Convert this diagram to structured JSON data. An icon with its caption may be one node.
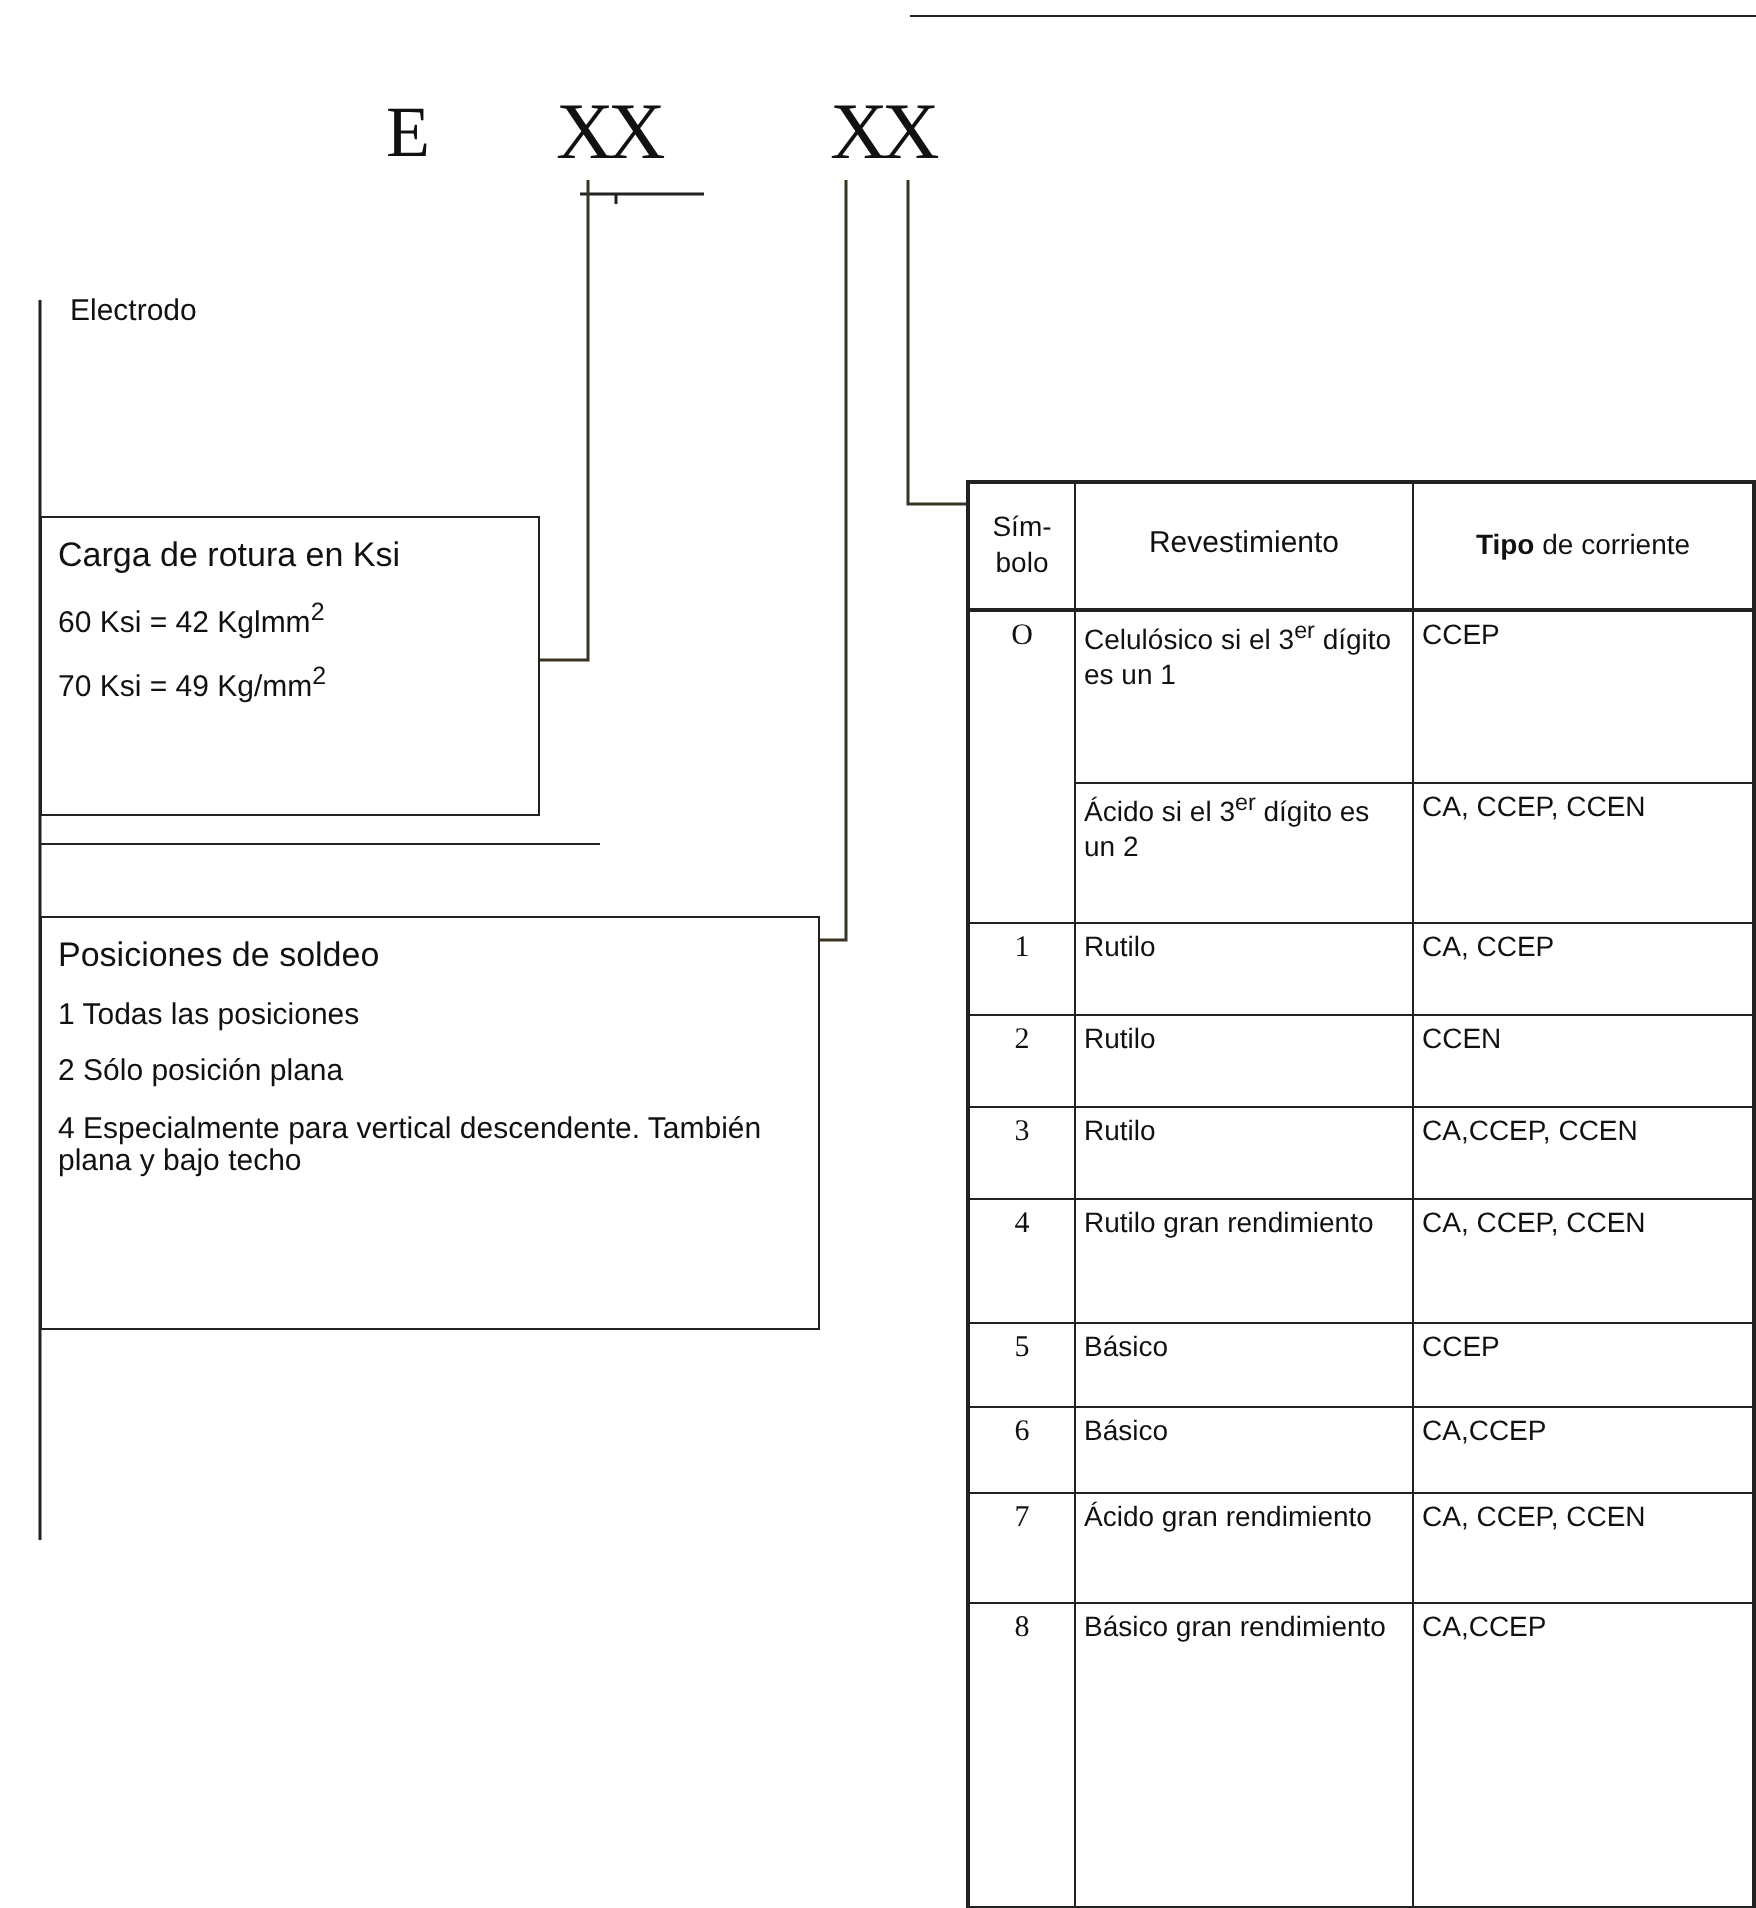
{
  "diagram": {
    "nodes": [
      {
        "text": [
          "E"
        ]
      },
      {
        "text": [
          "XX"
        ]
      },
      {
        "text": [
          "XX"
        ]
      },
      {
        "text": [
          "Electrodo"
        ]
      },
      {
        "text": [
          "Carga de rotura en Ksi",
          "60 Ksi = 42 Kglmm$^{2}$",
          "70 Ksi = 49 Kg/mm$^{2}$"
        ]
      },
      {
        "text": [
          "Posiciones de soldeo",
          "1 Todas las posiciones",
          "2 Sólo posición plana",
          "4 Especialmente para vertical descendente. También plana y bajo techo"
        ]
      },
      {
        "text": [],
        "shape": "box"
      }
    ],
    "edges": [
      {
        "from": 1,
        "to": 4,
        "arrow": "none"
      },
      {
        "from": 2,
        "to": 5,
        "arrow": "none"
      },
      {
        "from": 2,
        "to": 6,
        "arrow": "none"
      }
    ],
    "labels": [
      "Sím- bolo",
      "Revestimiento",
      "**Tipo** de corriente",
      "O",
      "Celulósico si el 3$^{er}$ dígito es un 1",
      "CCEP",
      "Ácido si el 3$^{er}$ dígito es un 2",
      "CA, CCEP, CCEN",
      "1",
      "Rutilo",
      "CA, CCEP",
      "2",
      "Rutilo",
      "CCEN",
      "3",
      "Rutilo",
      "CA,CCEP, CCEN",
      "4",
      "Rutilo gran rendimiento",
      "CA, CCEP, CCEN",
      "5",
      "Básico",
      "CCEP",
      "6",
      "Básico",
      "CA,CCEP",
      "7",
      "Ácido gran rendimiento",
      "CA, CCEP, CCEN",
      "8",
      "Básico gran rendimiento",
      "CA,CCEP"
    ]
  }
}
